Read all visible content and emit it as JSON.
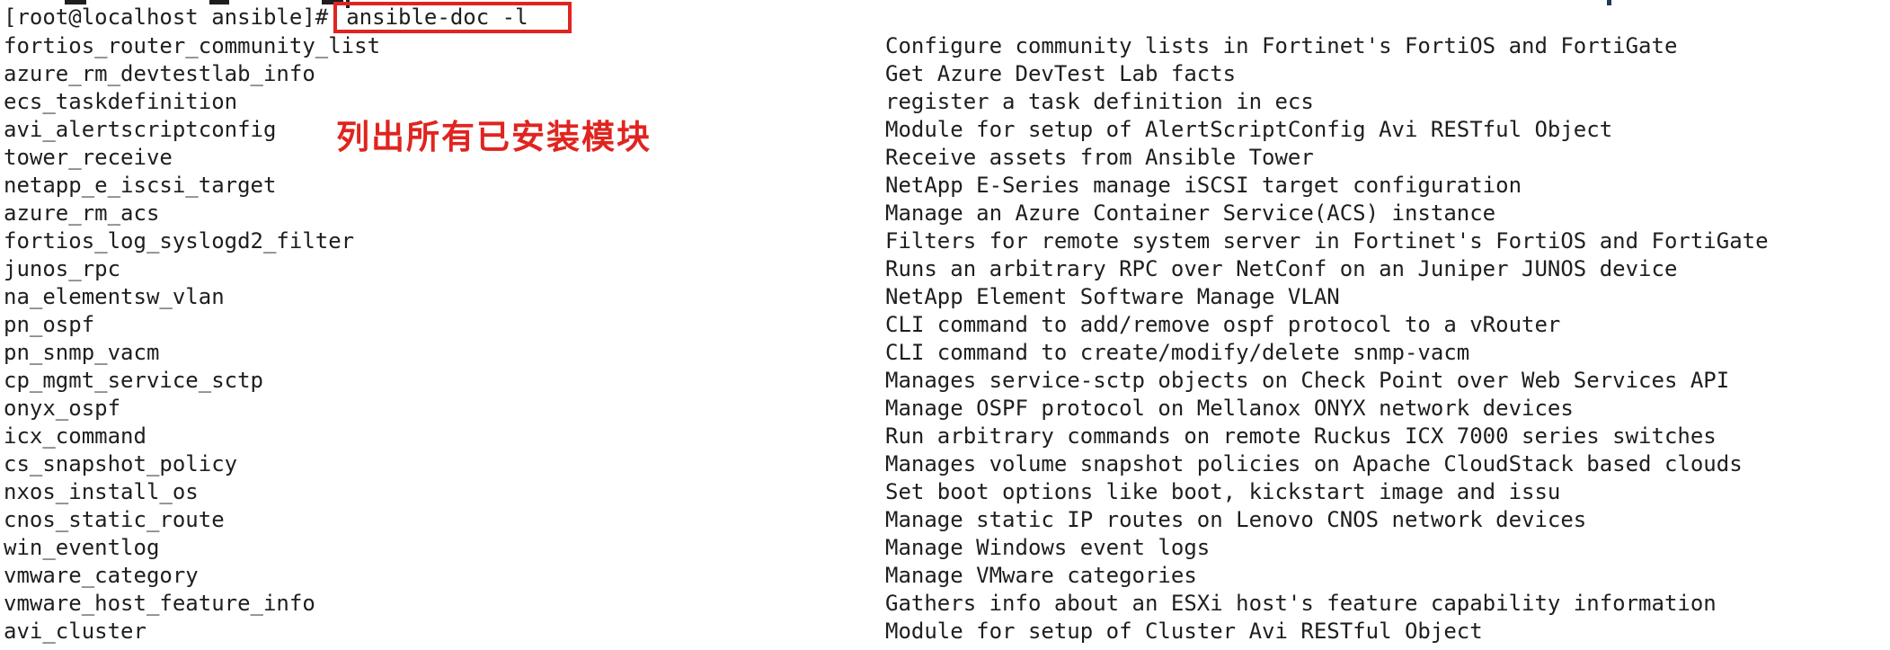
{
  "window": {
    "background": "#ffffff",
    "text_color": "#1e1e1e",
    "accent_red": "#e0241f"
  },
  "prompt": {
    "user_host": "[root@localhost ansible]#",
    "command": "ansible-doc -l"
  },
  "annotation": {
    "text": "列出所有已安装模块",
    "color": "#e0241f"
  },
  "modules": [
    {
      "name": "fortios_router_community_list",
      "desc": "Configure community lists in Fortinet's FortiOS and FortiGate"
    },
    {
      "name": "azure_rm_devtestlab_info",
      "desc": "Get Azure DevTest Lab facts"
    },
    {
      "name": "ecs_taskdefinition",
      "desc": "register a task definition in ecs"
    },
    {
      "name": "avi_alertscriptconfig",
      "desc": "Module for setup of AlertScriptConfig Avi RESTful Object"
    },
    {
      "name": "tower_receive",
      "desc": "Receive assets from Ansible Tower"
    },
    {
      "name": "netapp_e_iscsi_target",
      "desc": "NetApp E-Series manage iSCSI target configuration"
    },
    {
      "name": "azure_rm_acs",
      "desc": "Manage an Azure Container Service(ACS) instance"
    },
    {
      "name": "fortios_log_syslogd2_filter",
      "desc": "Filters for remote system server in Fortinet's FortiOS and FortiGate"
    },
    {
      "name": "junos_rpc",
      "desc": "Runs an arbitrary RPC over NetConf on an Juniper JUNOS device"
    },
    {
      "name": "na_elementsw_vlan",
      "desc": "NetApp Element Software Manage VLAN"
    },
    {
      "name": "pn_ospf",
      "desc": "CLI command to add/remove ospf protocol to a vRouter"
    },
    {
      "name": "pn_snmp_vacm",
      "desc": "CLI command to create/modify/delete snmp-vacm"
    },
    {
      "name": "cp_mgmt_service_sctp",
      "desc": "Manages service-sctp objects on Check Point over Web Services API"
    },
    {
      "name": "onyx_ospf",
      "desc": "Manage OSPF protocol on Mellanox ONYX network devices"
    },
    {
      "name": "icx_command",
      "desc": "Run arbitrary commands on remote Ruckus ICX 7000 series switches"
    },
    {
      "name": "cs_snapshot_policy",
      "desc": "Manages volume snapshot policies on Apache CloudStack based clouds"
    },
    {
      "name": "nxos_install_os",
      "desc": "Set boot options like boot, kickstart image and issu"
    },
    {
      "name": "cnos_static_route",
      "desc": "Manage static IP routes on Lenovo CNOS network devices"
    },
    {
      "name": "win_eventlog",
      "desc": "Manage Windows event logs"
    },
    {
      "name": "vmware_category",
      "desc": "Manage VMware categories"
    },
    {
      "name": "vmware_host_feature_info",
      "desc": "Gathers info about an ESXi host's feature capability information"
    },
    {
      "name": "avi_cluster",
      "desc": "Module for setup of Cluster Avi RESTful Object"
    }
  ]
}
